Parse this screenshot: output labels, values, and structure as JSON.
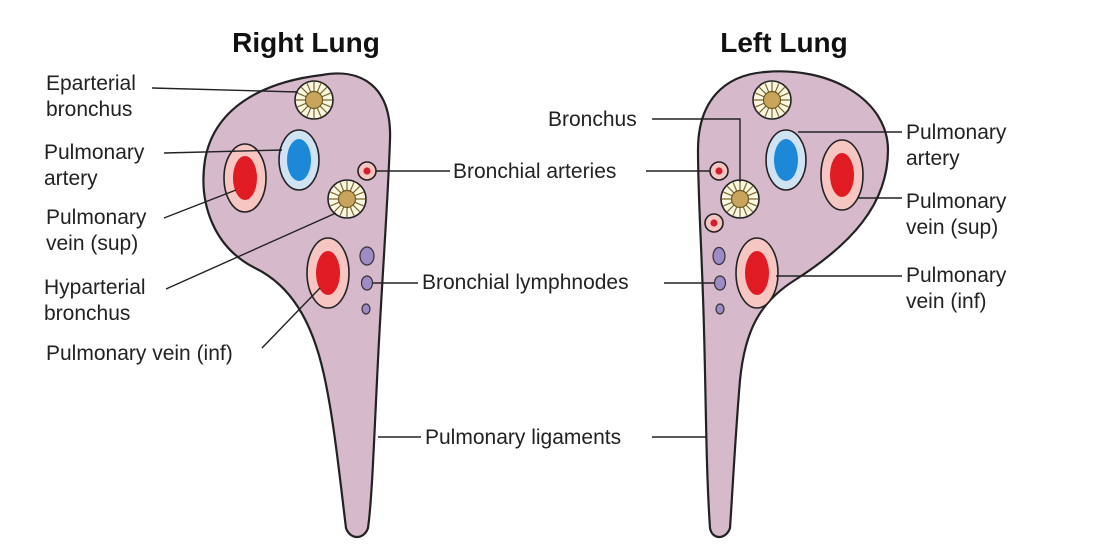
{
  "titles": {
    "right": "Right Lung",
    "left": "Left Lung"
  },
  "labels": {
    "eparterial_1": "Eparterial",
    "eparterial_2": "bronchus",
    "r_artery_1": "Pulmonary",
    "r_artery_2": "artery",
    "r_vein_sup_1": "Pulmonary",
    "r_vein_sup_2": "vein (sup)",
    "hyparterial_1": "Hyparterial",
    "hyparterial_2": "bronchus",
    "r_vein_inf": "Pulmonary vein (inf)",
    "bronchus": "Bronchus",
    "bronchial_arteries": "Bronchial arteries",
    "bronchial_lymphnodes": "Bronchial lymphnodes",
    "pulmonary_ligaments": "Pulmonary ligaments",
    "l_artery_1": "Pulmonary",
    "l_artery_2": "artery",
    "l_vein_sup_1": "Pulmonary",
    "l_vein_sup_2": "vein (sup)",
    "l_vein_inf_1": "Pulmonary",
    "l_vein_inf_2": "vein (inf)"
  },
  "colors": {
    "hilum": "#d7b9cc",
    "vein": "#e01b24",
    "vein_halo": "#f6c6c3",
    "artery": "#1e88d8",
    "artery_halo": "#cfe3f2",
    "bronchus_fill": "#c9a45c",
    "bronchus_ring": "#fbf6e2",
    "lymph": "#9e8ac4",
    "bronchial_artery": "#d02030"
  }
}
